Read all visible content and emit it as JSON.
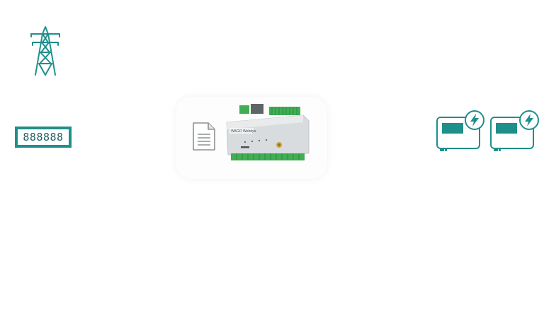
{
  "meter": {
    "display": "888888"
  },
  "device": {
    "brand": "WAGO Webdyn"
  },
  "colors": {
    "accent": "#1f8f8c",
    "accent_dark": "#1f5f62",
    "terminal_green": "#3fae54",
    "device_gray": "#d9dcde"
  },
  "icons": [
    "power-pylon-icon",
    "energy-meter-icon",
    "document-icon",
    "gateway-device-image",
    "ev-charger-icon"
  ]
}
